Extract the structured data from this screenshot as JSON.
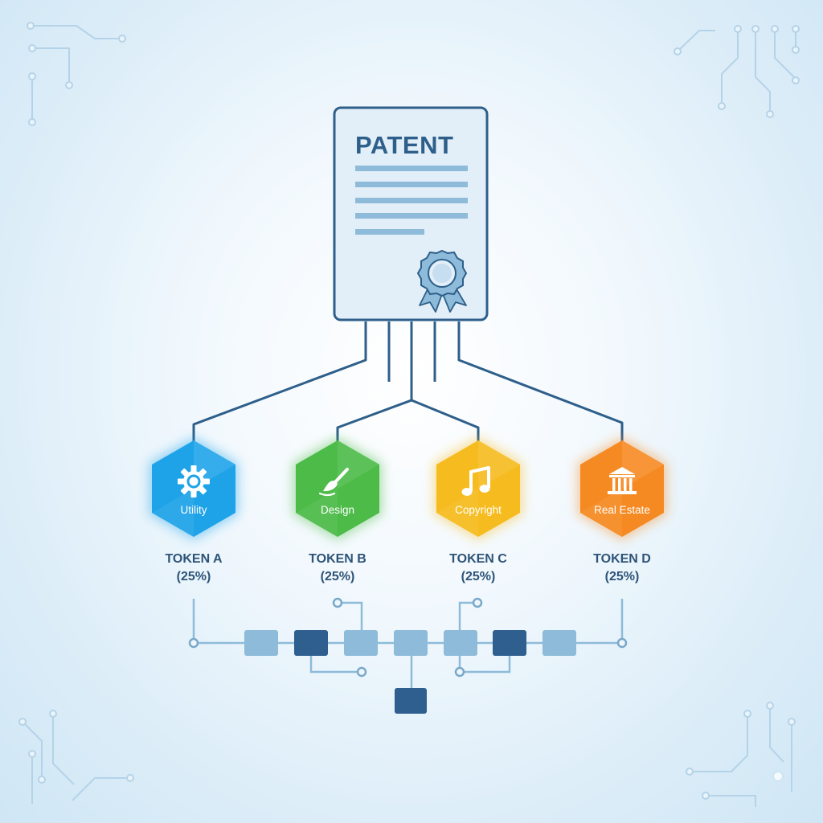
{
  "document": {
    "title": "PATENT",
    "seal_icon": "award-ribbon-icon"
  },
  "tokens": [
    {
      "category": "Utility",
      "icon": "gear-icon",
      "name": "TOKEN A",
      "share": "(25%)",
      "color": "#1fa3e8"
    },
    {
      "category": "Design",
      "icon": "paintbrush-icon",
      "name": "TOKEN B",
      "share": "(25%)",
      "color": "#4cbb47"
    },
    {
      "category": "Copyright",
      "icon": "music-note-icon",
      "name": "TOKEN C",
      "share": "(25%)",
      "color": "#f6bb1e"
    },
    {
      "category": "Real Estate",
      "icon": "building-icon",
      "name": "TOKEN D",
      "share": "(25%)",
      "color": "#f58a22"
    }
  ],
  "colors": {
    "line": "#2e5f8a",
    "text": "#2d5478",
    "document_fill": "#e3eff8",
    "block_light": "#8dbbd9",
    "block_dark": "#2f5f8f",
    "circuit": "#b5d3e8"
  }
}
